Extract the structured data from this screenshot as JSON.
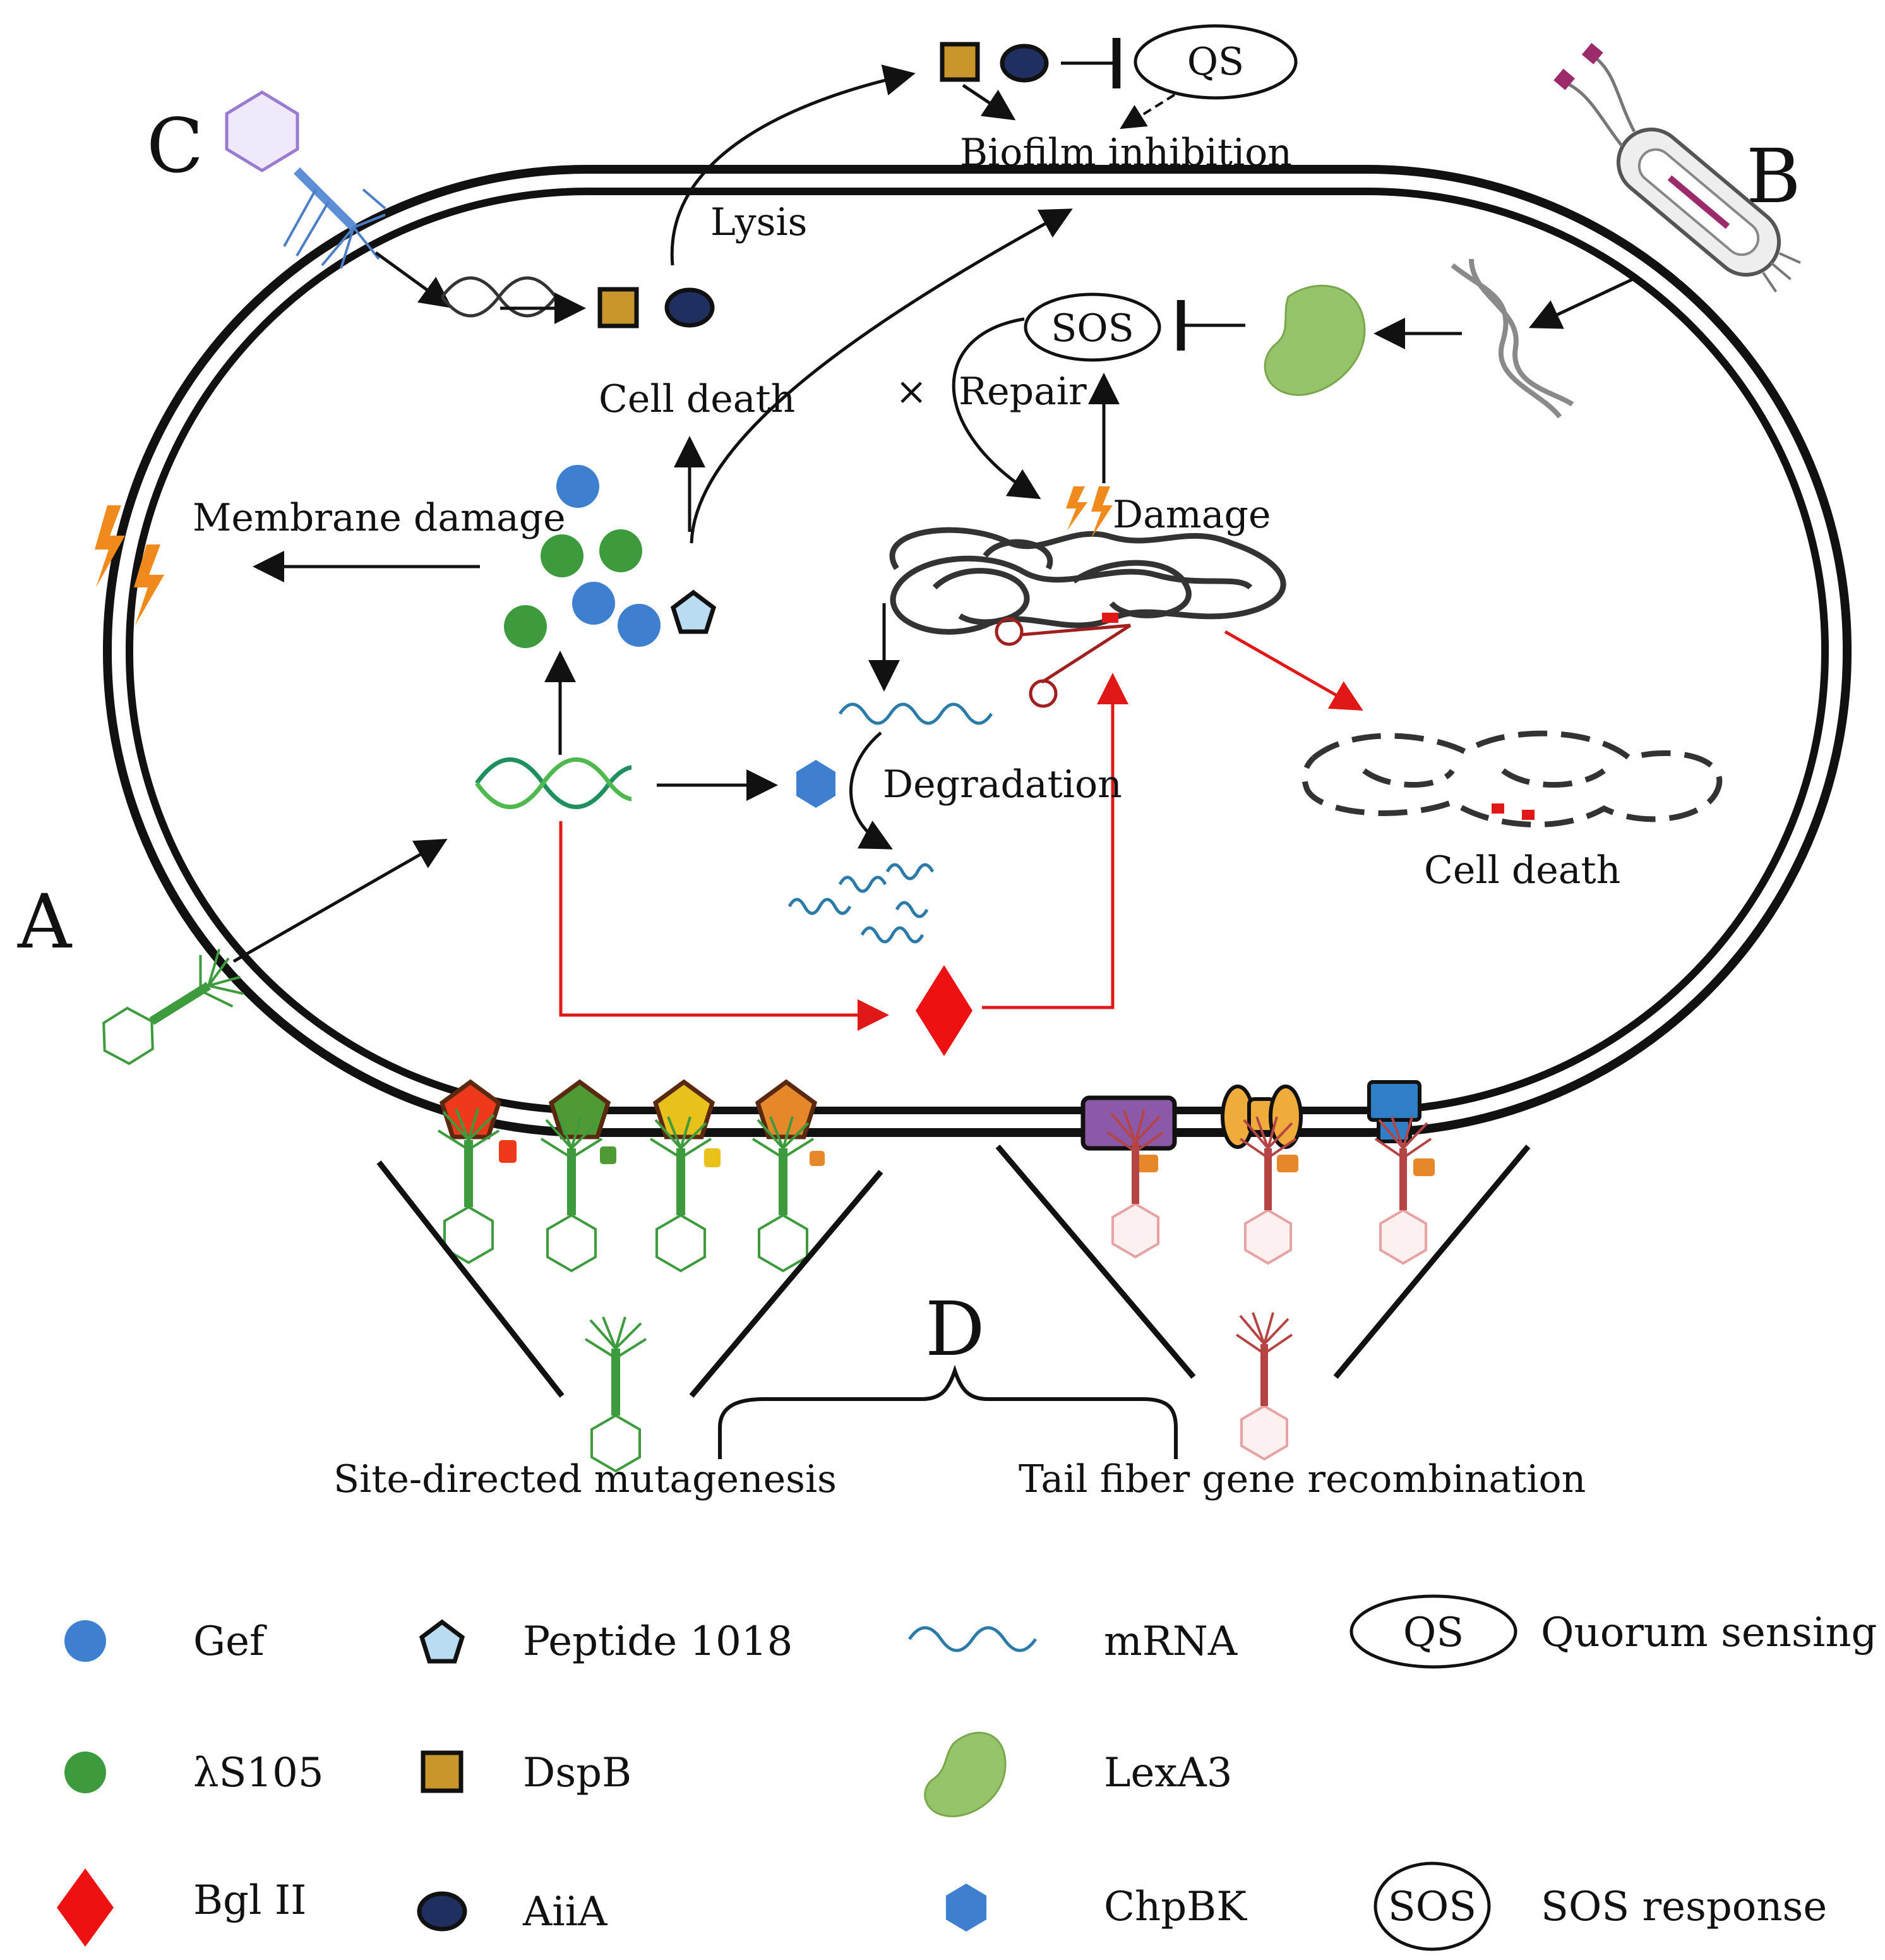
{
  "panels": {
    "a": "A",
    "b": "B",
    "c": "C",
    "d": "D"
  },
  "labels": {
    "lysis": "Lysis",
    "biofilm_inhibition": "Biofilm inhibition",
    "cell_death_left": "Cell death",
    "cell_death_right": "Cell death",
    "membrane_damage": "Membrane damage",
    "repair": "Repair",
    "damage": "Damage",
    "degradation": "Degradation",
    "site_directed": "Site-directed mutagenesis",
    "tail_fiber": "Tail fiber gene recombination",
    "qs": "QS",
    "sos": "SOS",
    "blocked_mark": "×"
  },
  "legend": {
    "gef": "Gef",
    "lambda_s105": "λS105",
    "bglii": "Bgl II",
    "peptide_1018": "Peptide 1018",
    "dspb": "DspB",
    "aiia": "AiiA",
    "mrna": "mRNA",
    "lexa3": "LexA3",
    "chpbk": "ChpBK",
    "qs_symbol": "QS",
    "quorum_sensing": "Quorum sensing",
    "sos_symbol": "SOS",
    "sos_response": "SOS response"
  },
  "colors": {
    "gef": "#3f7fcf",
    "lambda_s105": "#3d9b3d",
    "bglii": "#ee1111",
    "peptide_1018": "#b9dcf2",
    "dspb": "#c8962a",
    "aiia": "#1f2f5f",
    "mrna": "#2b7aa8",
    "lexa3": "#96c46a",
    "chpbk": "#3f7fcf",
    "red_arrow": "#e01818",
    "lightning": "#f08a1c"
  },
  "icons": {
    "phage_a": "green-phage-icon",
    "phage_c": "purple-phage-icon",
    "bacterium_b": "bacterium-icon",
    "scissors": "scissors-icon"
  }
}
